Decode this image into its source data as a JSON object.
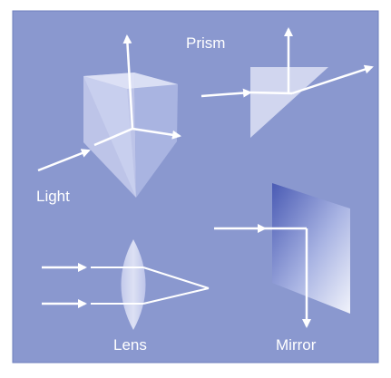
{
  "labels": {
    "prism": "Prism",
    "light": "Light",
    "lens": "Lens",
    "mirror": "Mirror"
  },
  "colors": {
    "panel": "#8a98cf",
    "panel_border": "#6f7fbe",
    "ray": "#ffffff",
    "glass": "#ffffff",
    "mirror_dark": "#4a5bb4",
    "mirror_light": "#f1f3fb"
  },
  "icons": [
    "arrow-icon",
    "prism-3d-icon",
    "prism-triangle-icon",
    "lens-icon",
    "mirror-icon"
  ]
}
